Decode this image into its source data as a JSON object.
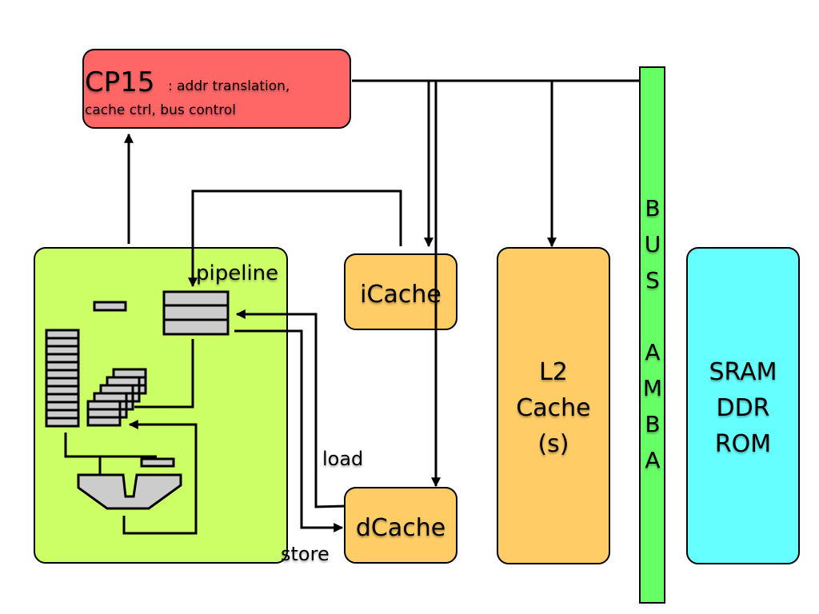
{
  "colors": {
    "cp15": "#ff6666",
    "core": "#ccff66",
    "cache": "#ffcc66",
    "bus": "#66ff66",
    "memory": "#66ffff",
    "register": "#cccccc"
  },
  "cp15": {
    "title": "CP15",
    "desc_line1": ": addr translation,",
    "desc_line2": "cache ctrl, bus control"
  },
  "core": {
    "pipeline_label": "pipeline"
  },
  "icache": {
    "label": "iCache"
  },
  "dcache": {
    "label": "dCache"
  },
  "l2": {
    "line1": "L2",
    "line2": "Cache",
    "line3": "(s)"
  },
  "bus": {
    "letters": [
      "B",
      "U",
      "S",
      "A",
      "M",
      "B",
      "A"
    ]
  },
  "memory": {
    "line1": "SRAM",
    "line2": "DDR",
    "line3": "ROM"
  },
  "signals": {
    "load": "load",
    "store": "store"
  }
}
